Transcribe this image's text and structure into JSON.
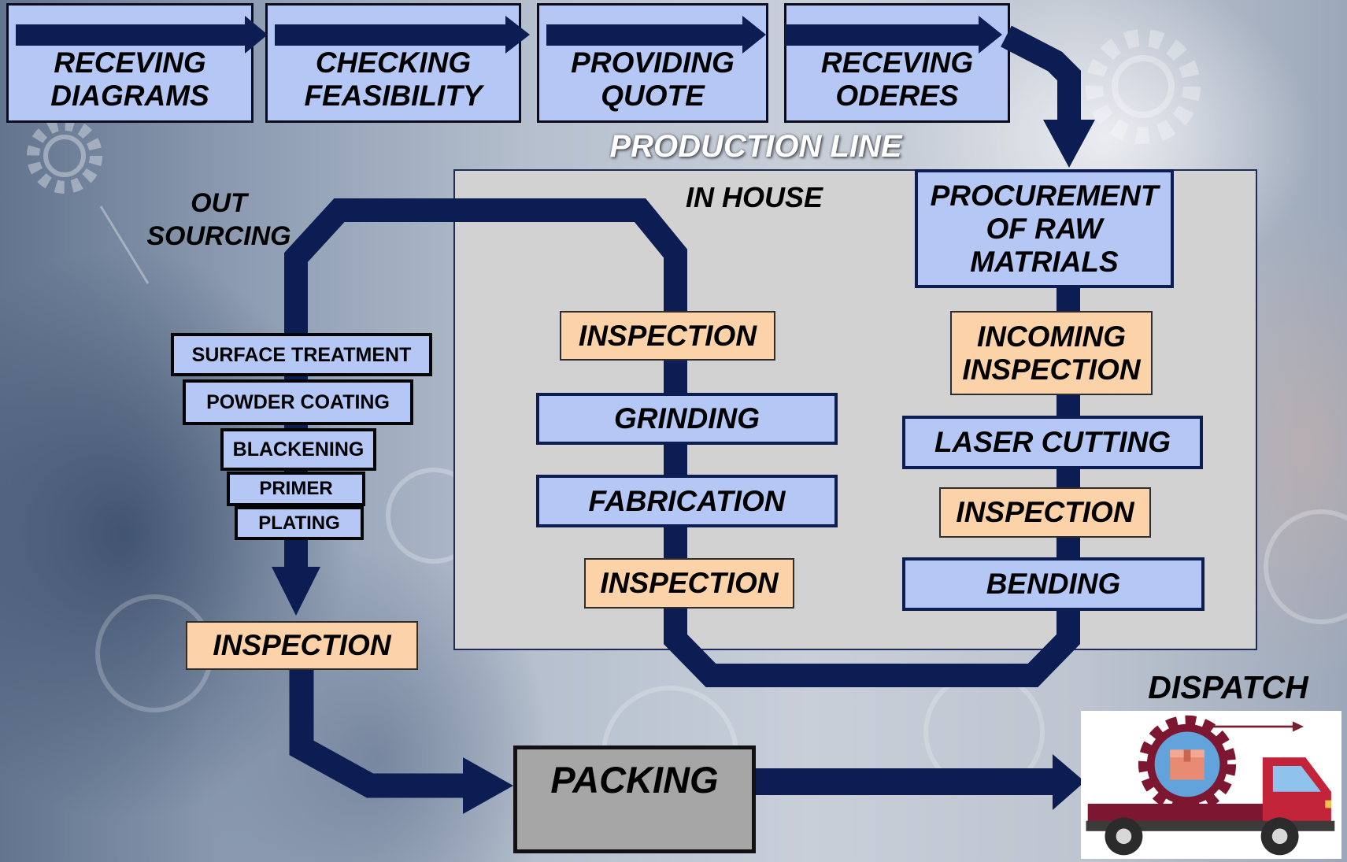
{
  "top_steps": [
    {
      "line1": "RECEVING",
      "line2": "DIAGRAMS"
    },
    {
      "line1": "CHECKING",
      "line2": "FEASIBILITY"
    },
    {
      "line1": "PROVIDING",
      "line2": "QUOTE"
    },
    {
      "line1": "RECEVING",
      "line2": "ODERES"
    }
  ],
  "production_line": {
    "title": "PRODUCTION LINE",
    "in_house": {
      "label": "IN HOUSE",
      "steps": [
        "INSPECTION",
        "GRINDING",
        "FABRICATION",
        "INSPECTION"
      ]
    },
    "raw_material_flow": {
      "procurement": [
        "PROCUREMENT",
        "OF RAW",
        "MATRIALS"
      ],
      "incoming_inspection": [
        "INCOMING",
        "INSPECTION"
      ],
      "laser_cutting": "LASER CUTTING",
      "inspection": "INSPECTION",
      "bending": "BENDING"
    }
  },
  "out_sourcing": {
    "label": [
      "OUT",
      "SOURCING"
    ],
    "processes": [
      "SURFACE TREATMENT",
      "POWDER COATING",
      "BLACKENING",
      "PRIMER",
      "PLATING"
    ],
    "inspection": "INSPECTION"
  },
  "packing": {
    "label": "PACKING"
  },
  "dispatch": {
    "label": "DISPATCH",
    "icon": "delivery-truck-icon"
  },
  "colors": {
    "process_fill": "#b4c7f5",
    "inspection_fill": "#fcd3a9",
    "connector": "#0b1d52",
    "packing_fill": "#a6a6a6",
    "panel_fill": "#d2d2d2",
    "title_text": "#ffffff",
    "truck_cab": "#c4243a",
    "gear": "#7d1630",
    "parcel": "#e98b72",
    "gear_ring": "#62a3dc"
  }
}
